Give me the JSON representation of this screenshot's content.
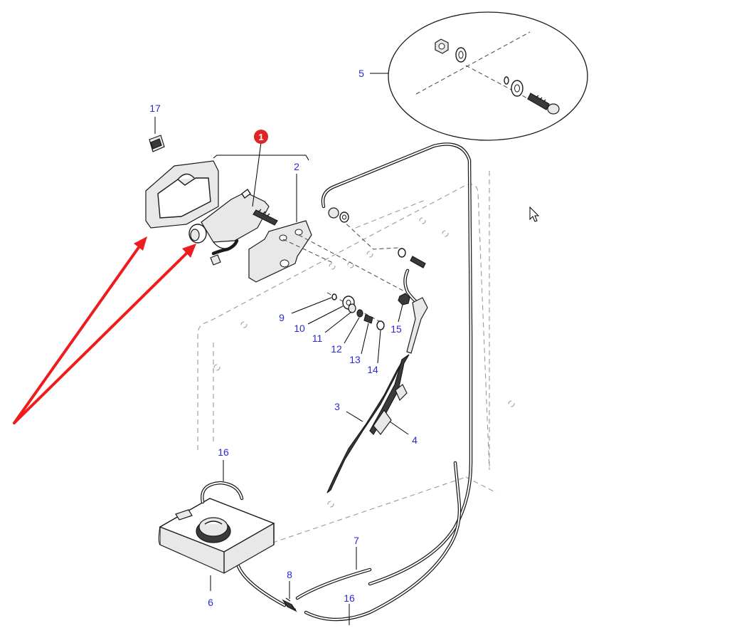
{
  "callouts": {
    "c1": "1",
    "c2": "2",
    "c3": "3",
    "c4": "4",
    "c5": "5",
    "c6": "6",
    "c7": "7",
    "c8": "8",
    "c9": "9",
    "c10": "10",
    "c11": "11",
    "c12": "12",
    "c13": "13",
    "c14": "14",
    "c15": "15",
    "c16a": "16",
    "c16b": "16",
    "c17": "17"
  },
  "colors": {
    "callout_text": "#2a2ad0",
    "highlight_badge": "#e02424",
    "arrow": "#ee1c1c"
  }
}
